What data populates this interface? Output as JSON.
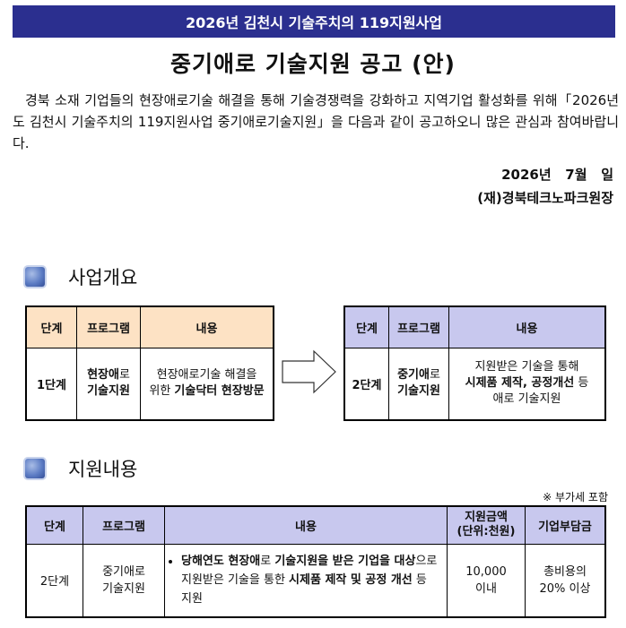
{
  "header": {
    "banner": "2026년 김천시 기술주치의 119지원사업",
    "title": "중기애로 기술지원 공고 (안)"
  },
  "intro": {
    "text": "경북 소재 기업들의 현장애로기술 해결을 통해 기술경쟁력을 강화하고 지역기업 활성화를 위해「2026년도 김천시 기술주치의 119지원사업 중기애로기술지원」을 다음과 같이 공고하오니 많은 관심과 참여바랍니다."
  },
  "date": "2026년   7월   일",
  "organization": "(재)경북테크노파크원장",
  "overview": {
    "heading": "사업개요",
    "table1": {
      "headers": [
        "단계",
        "프로그램",
        "내용"
      ],
      "stage": "1단계",
      "program_line1_bold": "현장애",
      "program_line1_rest": "로",
      "program_line2": "기술지원",
      "content_line1": "현장애로기술 해결을",
      "content_line2_pre": "위한 ",
      "content_line2_bold": "기술닥터 현장방문"
    },
    "table2": {
      "headers": [
        "단계",
        "프로그램",
        "내용"
      ],
      "stage": "2단계",
      "program_line1_bold": "중기애",
      "program_line1_rest": "로",
      "program_line2": "기술지원",
      "content_line1": "지원받은 기술을 통해",
      "content_line2_bold": "시제품 제작, 공정개선",
      "content_line2_rest": " 등",
      "content_line3": "애로 기술지원"
    }
  },
  "support": {
    "heading": "지원내용",
    "note": "※ 부가세 포함",
    "headers": [
      "단계",
      "프로그램",
      "내용",
      "지원금액",
      "(단위:천원)",
      "기업부담금"
    ],
    "row": {
      "stage": "2단계",
      "program_line1": "중기애로",
      "program_line2": "기술지원",
      "content_p1_bold": "당해연도 현장애",
      "content_p2": "로 ",
      "content_p3_bold": "기술지원을 받은 기업을 대상",
      "content_p4": "으로 지원받은 기술을 통한 ",
      "content_p5_bold": "시제품 제작 및 공정 개선",
      "content_p6": " 등 지원",
      "amount_line1": "10,000",
      "amount_line2": "이내",
      "burden_line1": "총비용의",
      "burden_line2": "20% 이상"
    }
  }
}
